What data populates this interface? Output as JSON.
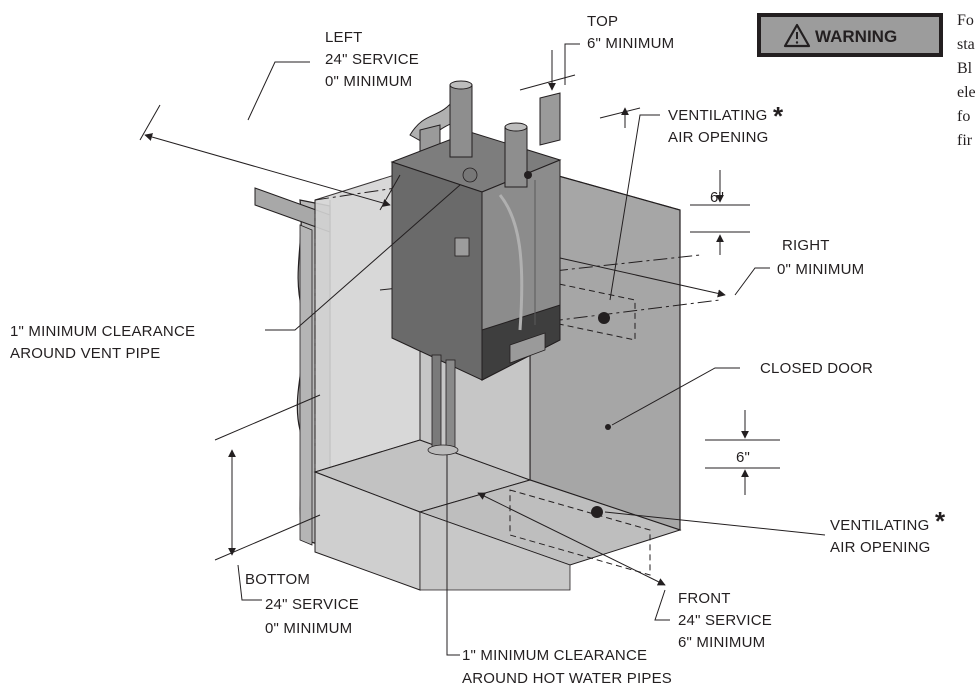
{
  "labels": {
    "top": [
      "TOP",
      "6\"  MINIMUM"
    ],
    "left": [
      "LEFT",
      "24\"  SERVICE",
      "0\" MINIMUM"
    ],
    "vent_top": [
      "VENTILATING",
      "AIR OPENING"
    ],
    "vent_top_asterisk": "*",
    "right": [
      "RIGHT",
      "0\"  MINIMUM"
    ],
    "dim_6_upper": "6\"",
    "vent_pipe": [
      "1\" MINIMUM CLEARANCE",
      "AROUND VENT PIPE"
    ],
    "closed_door": "CLOSED DOOR",
    "dim_6_lower": "6\"",
    "vent_bottom": [
      "VENTILATING",
      "AIR OPENING"
    ],
    "vent_bottom_asterisk": "*",
    "bottom": [
      "BOTTOM",
      "24\"  SERVICE",
      "0\" MINIMUM"
    ],
    "front": [
      "FRONT",
      "24\"  SERVICE",
      "6\" MINIMUM"
    ],
    "hot_pipes": [
      "1\" MINIMUM CLEARANCE",
      "AROUND HOT WATER PIPES"
    ]
  },
  "warning": {
    "label": "WARNING",
    "icon": "warning-triangle-icon",
    "body_fragments": [
      "Fo",
      "sta",
      "Bl",
      "ele",
      "fo",
      "fir"
    ]
  },
  "colors": {
    "panel_grey": "#c8c8c8",
    "panel_dark": "#8a8a8a",
    "heater_body": "#7a7a7a",
    "heater_dark": "#4a4a4a",
    "line": "#231f20",
    "warning_fill": "#9c9c9c"
  }
}
